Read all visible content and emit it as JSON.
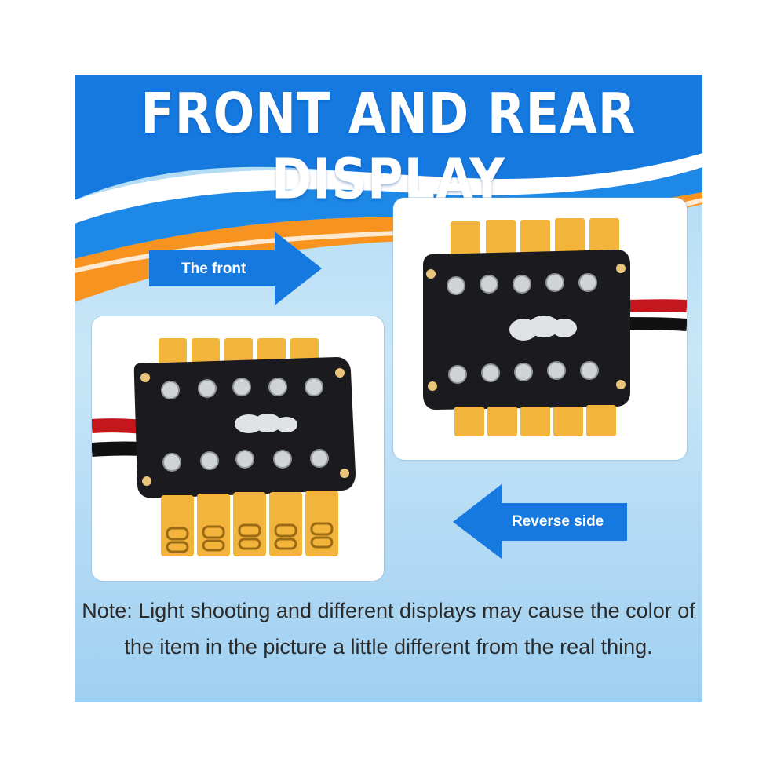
{
  "banner": {
    "title": "FRONT AND REAR DISPLAY"
  },
  "labels": {
    "front": "The front",
    "reverse": "Reverse side"
  },
  "note": "Note: Light shooting and different displays may cause the color of the item in the picture a little different from the real thing.",
  "colors": {
    "blue": "#1579e0",
    "orange": "#f7931e",
    "light_blue": "#a9d7f3",
    "board": "#1b1b1f",
    "connector": "#f2b43a"
  },
  "icons": [
    "arrow-right-icon",
    "arrow-left-icon"
  ]
}
